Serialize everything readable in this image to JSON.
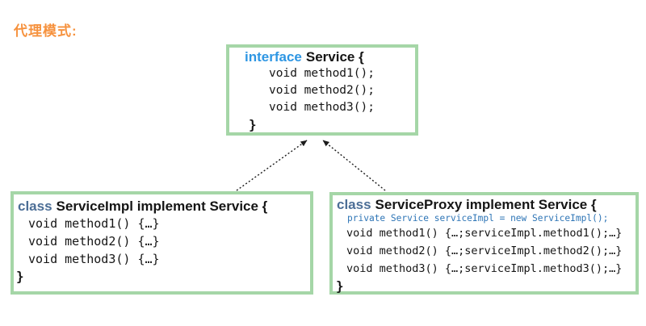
{
  "page_title": "代理模式:",
  "colors": {
    "title-orange": "#F6923E",
    "box-border-green": "#A5D6A7",
    "interface-keyword-blue": "#2E96E3",
    "class-keyword-slate": "#4C6E96",
    "field-line-blue": "#2E75B6",
    "code-black": "#151515"
  },
  "interface_box": {
    "keyword": "interface",
    "title_rest": "Service {",
    "methods": [
      "void method1();",
      "void method2();",
      "void method3();"
    ],
    "closing_brace": "}"
  },
  "impl_box": {
    "keyword": "class",
    "title_rest": "ServiceImpl implement Service {",
    "methods": [
      "void method1() {…}",
      "void method2() {…}",
      "void method3() {…}"
    ],
    "closing_brace": "}"
  },
  "proxy_box": {
    "keyword": "class",
    "title_rest": "ServiceProxy implement Service {",
    "field_declaration": "private Service serviceImpl = new ServiceImpl();",
    "methods": [
      "void method1() {…;serviceImpl.method1();…}",
      "void method2() {…;serviceImpl.method2();…}",
      "void method3() {…;serviceImpl.method3();…}"
    ],
    "closing_brace": "}"
  }
}
